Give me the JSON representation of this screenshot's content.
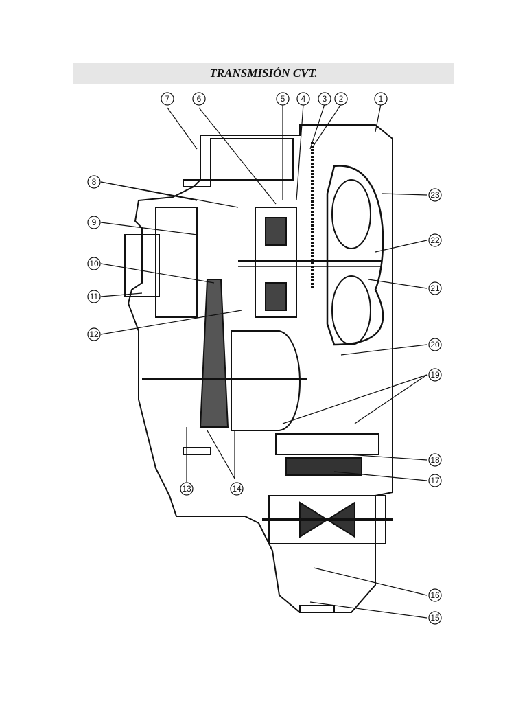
{
  "header": {
    "title": "TRANSMISIÓN CVT."
  },
  "diagram": {
    "callouts": [
      {
        "id": "1"
      },
      {
        "id": "2"
      },
      {
        "id": "3"
      },
      {
        "id": "4"
      },
      {
        "id": "5"
      },
      {
        "id": "6"
      },
      {
        "id": "7"
      },
      {
        "id": "8"
      },
      {
        "id": "9"
      },
      {
        "id": "10"
      },
      {
        "id": "11"
      },
      {
        "id": "12"
      },
      {
        "id": "13"
      },
      {
        "id": "14"
      },
      {
        "id": "15"
      },
      {
        "id": "16"
      },
      {
        "id": "17"
      },
      {
        "id": "18"
      },
      {
        "id": "19"
      },
      {
        "id": "20"
      },
      {
        "id": "21"
      },
      {
        "id": "22"
      },
      {
        "id": "23"
      }
    ]
  }
}
